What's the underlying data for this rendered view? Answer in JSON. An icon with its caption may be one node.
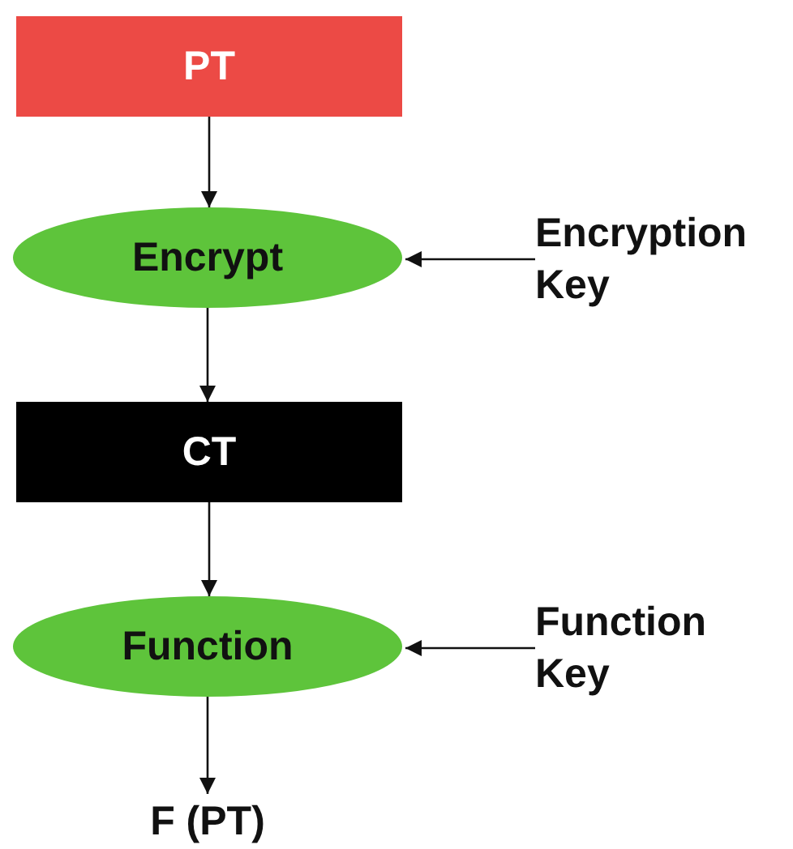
{
  "diagram": {
    "nodes": [
      {
        "text": [
          "PT"
        ]
      },
      {
        "text": [
          "Encrypt"
        ]
      },
      {
        "text": [
          "Encryption Key"
        ]
      },
      {
        "text": [
          "CT"
        ]
      },
      {
        "text": [
          "Function"
        ]
      },
      {
        "text": [
          "Function Key"
        ]
      },
      {
        "text": [
          "F (PT)"
        ]
      }
    ],
    "edges": [
      {
        "from": 0,
        "to": 1,
        "arrow": "to"
      },
      {
        "from": 2,
        "to": 1,
        "arrow": "to"
      },
      {
        "from": 1,
        "to": 3,
        "arrow": "to"
      },
      {
        "from": 3,
        "to": 4,
        "arrow": "to"
      },
      {
        "from": 5,
        "to": 4,
        "arrow": "to"
      },
      {
        "from": 4,
        "to": 6,
        "arrow": "to"
      }
    ]
  }
}
